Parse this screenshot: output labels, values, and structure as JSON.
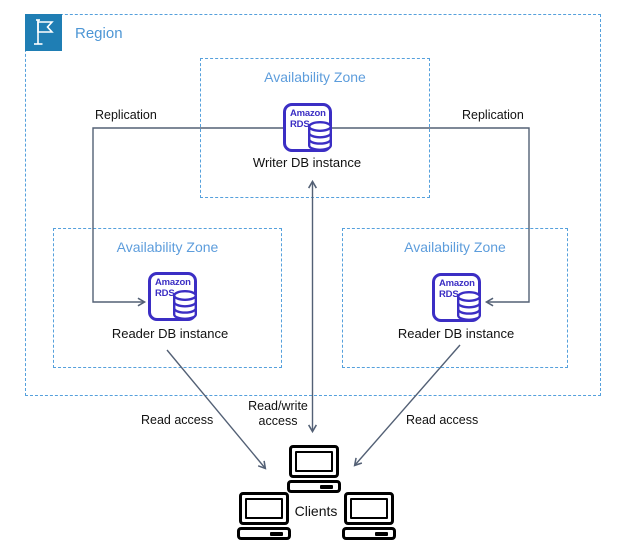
{
  "region": {
    "label": "Region"
  },
  "zones": {
    "top": {
      "label": "Availability Zone",
      "instance": "Writer DB instance"
    },
    "left": {
      "label": "Availability Zone",
      "instance": "Reader DB instance"
    },
    "right": {
      "label": "Availability Zone",
      "instance": "Reader DB instance"
    }
  },
  "rds_icon": {
    "line1": "Amazon",
    "line2": "RDS"
  },
  "labels": {
    "replication_left": "Replication",
    "replication_right": "Replication",
    "read_access_left": "Read access",
    "read_write_line1": "Read/write",
    "read_write_line2": "access",
    "read_access_right": "Read access",
    "clients": "Clients"
  },
  "colors": {
    "region_flag_bg": "#1F7EB4",
    "region_label": "#4D96D5",
    "dashed_border": "#55A0DC",
    "az_label": "#5D9DDC",
    "rds_purple": "#3B2EC4",
    "arrow_gray": "#536075",
    "text": "#111111"
  }
}
